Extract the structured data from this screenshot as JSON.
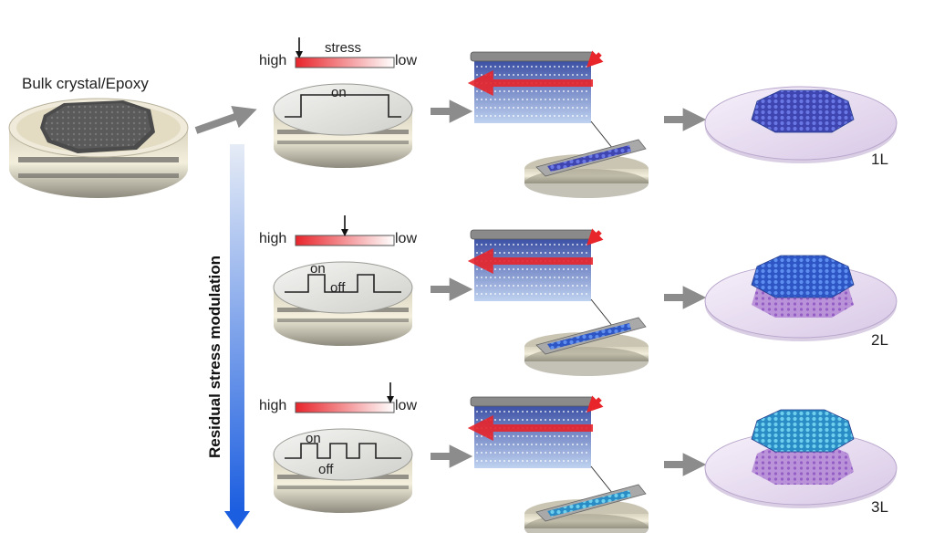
{
  "source": {
    "label": "Bulk crystal/Epoxy"
  },
  "axis": {
    "label": "Residual stress modulation"
  },
  "stress_scale": {
    "title": "stress",
    "high": "high",
    "low": "low"
  },
  "rows": [
    {
      "pulse_labels": [
        "on"
      ],
      "pointer_level": 0.0,
      "layer_label": "1L"
    },
    {
      "pulse_labels": [
        "on",
        "off"
      ],
      "pointer_level": 0.5,
      "layer_label": "2L"
    },
    {
      "pulse_labels": [
        "on",
        "off"
      ],
      "pointer_level": 1.0,
      "layer_label": "3L"
    }
  ],
  "colors": {
    "arrow_gray": "#8c8c8c",
    "stress_red": "#e8252b",
    "gradient_top": "#e6ecf6",
    "gradient_bottom": "#1c5ee0",
    "lattice_1": "#4a55c8",
    "lattice_2": "#3a6fd8",
    "lattice_3": "#2fa0d8"
  }
}
